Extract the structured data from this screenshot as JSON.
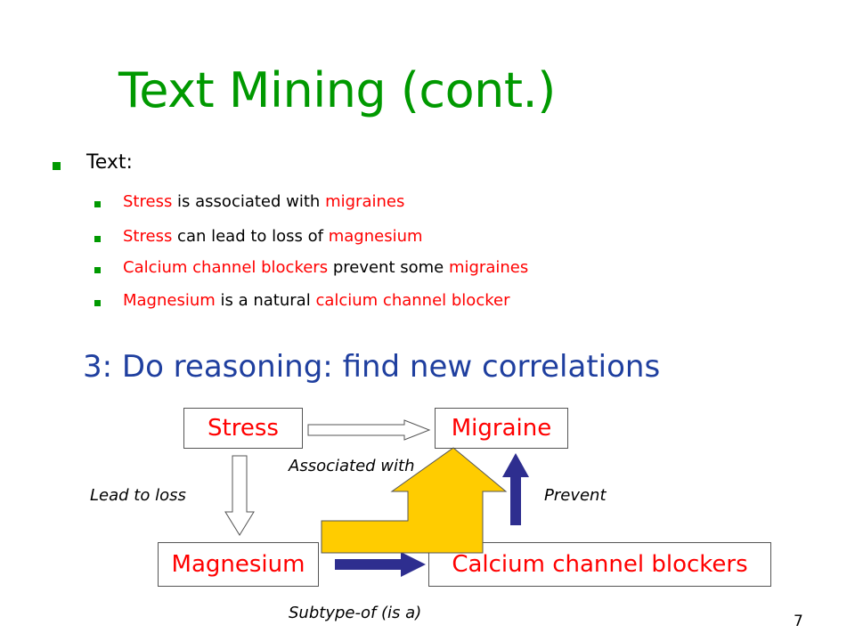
{
  "slide": {
    "title": "Text Mining (cont.)",
    "bullet_heading": "Text:",
    "sentences": [
      [
        {
          "t": "Stress",
          "red": true
        },
        {
          "t": " is associated with ",
          "red": false
        },
        {
          "t": "migraines",
          "red": true
        }
      ],
      [
        {
          "t": "Stress",
          "red": true
        },
        {
          "t": " can lead to loss of ",
          "red": false
        },
        {
          "t": "magnesium",
          "red": true
        }
      ],
      [
        {
          "t": "Calcium channel blockers",
          "red": true
        },
        {
          "t": " prevent some ",
          "red": false
        },
        {
          "t": "migraines",
          "red": true
        }
      ],
      [
        {
          "t": "Magnesium",
          "red": true
        },
        {
          "t": " is a natural ",
          "red": false
        },
        {
          "t": "calcium channel blocker",
          "red": true
        }
      ]
    ],
    "subtitle": "3: Do reasoning: find new correlations",
    "page_number": "7"
  },
  "diagram": {
    "nodes": {
      "stress": "Stress",
      "migraine": "Migraine",
      "magnesium": "Magnesium",
      "calcium": "Calcium channel blockers"
    },
    "edges": {
      "associated": "Associated with",
      "lead_to_loss": "Lead to loss",
      "prevent": "Prevent",
      "subtype": "Subtype-of (is a)"
    }
  },
  "colors": {
    "title": "#009900",
    "highlight": "#ff0000",
    "subtitle": "#1f3f9f",
    "arrow_dark": "#2e2e8f",
    "inferred_arrow_fill": "#ffcc00",
    "bullet": "#009900"
  }
}
